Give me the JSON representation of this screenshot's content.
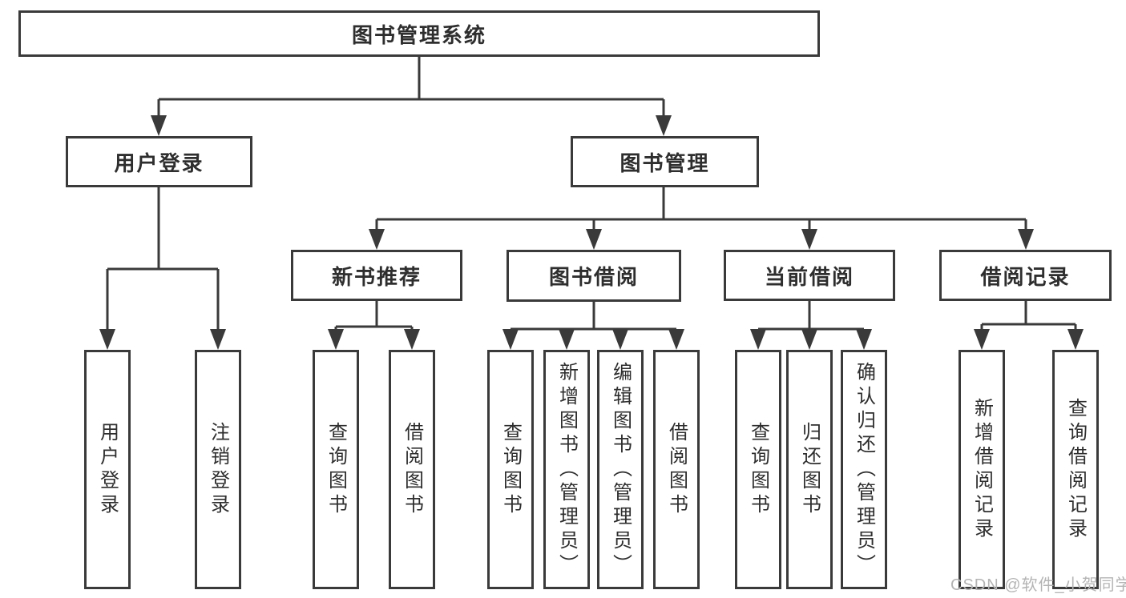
{
  "diagram": {
    "title": "图书管理系统",
    "tree": {
      "root": {
        "label": "图书管理系统"
      },
      "children": [
        {
          "label": "用户登录",
          "children": [
            {
              "label": "用户登录"
            },
            {
              "label": "注销登录"
            }
          ]
        },
        {
          "label": "图书管理",
          "children": [
            {
              "label": "新书推荐",
              "children": [
                {
                  "label": "查询图书"
                },
                {
                  "label": "借阅图书"
                }
              ]
            },
            {
              "label": "图书借阅",
              "children": [
                {
                  "label": "查询图书"
                },
                {
                  "label": "新增图书（管理员）"
                },
                {
                  "label": "编辑图书（管理员）"
                },
                {
                  "label": "借阅图书"
                }
              ]
            },
            {
              "label": "当前借阅",
              "children": [
                {
                  "label": "查询图书"
                },
                {
                  "label": "归还图书"
                },
                {
                  "label": "确认归还（管理员）"
                }
              ]
            },
            {
              "label": "借阅记录",
              "children": [
                {
                  "label": "新增借阅记录"
                },
                {
                  "label": "查询借阅记录"
                }
              ]
            }
          ]
        }
      ]
    },
    "colors": {
      "line": "#3a3a3a",
      "box_border": "#3a3a3a",
      "box_fill": "#ffffff",
      "text": "#2e2e2e",
      "watermark": "#b4b4b4",
      "background": "#ffffff"
    }
  },
  "watermark": {
    "text": "CSDN @软件_小贺同学"
  }
}
